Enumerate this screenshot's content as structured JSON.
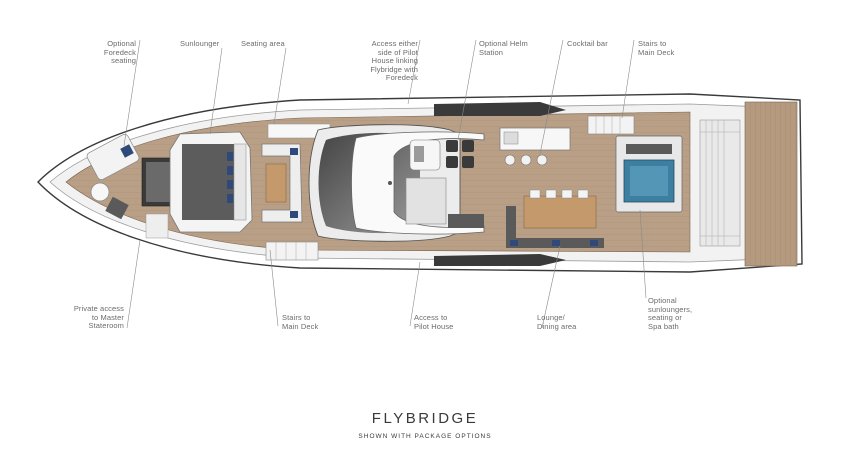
{
  "labels": {
    "optional_foredeck": "Optional\nForedeck\nseating",
    "sunlounger": "Sunlounger",
    "seating_area": "Seating area",
    "access_either_side": "Access either\nside of Pilot\nHouse linking\nFlybridge with\nForedeck",
    "optional_helm": "Optional Helm\nStation",
    "cocktail_bar": "Cocktail bar",
    "stairs_main_deck_top": "Stairs to\nMain Deck",
    "private_access": "Private access\nto Master\nStateroom",
    "stairs_main_deck_bottom": "Stairs to\nMain Deck",
    "access_pilot_house": "Access to\nPilot House",
    "lounge_dining": "Lounge/\nDining area",
    "optional_sunloungers": "Optional\nsunloungers,\nseating or\nSpa bath"
  },
  "title": "FLYBRIDGE",
  "subtitle": "SHOWN WITH PACKAGE OPTIONS",
  "colors": {
    "deck_wood": "#b89f86",
    "deck_plank": "#a78d73",
    "hull_outline": "#3a3a3a",
    "upholstery": "#5a5a5a",
    "cushion_blue": "#2f4a7a",
    "spa_water": "#3d7fa0",
    "leader_line": "#8a8a8a"
  }
}
